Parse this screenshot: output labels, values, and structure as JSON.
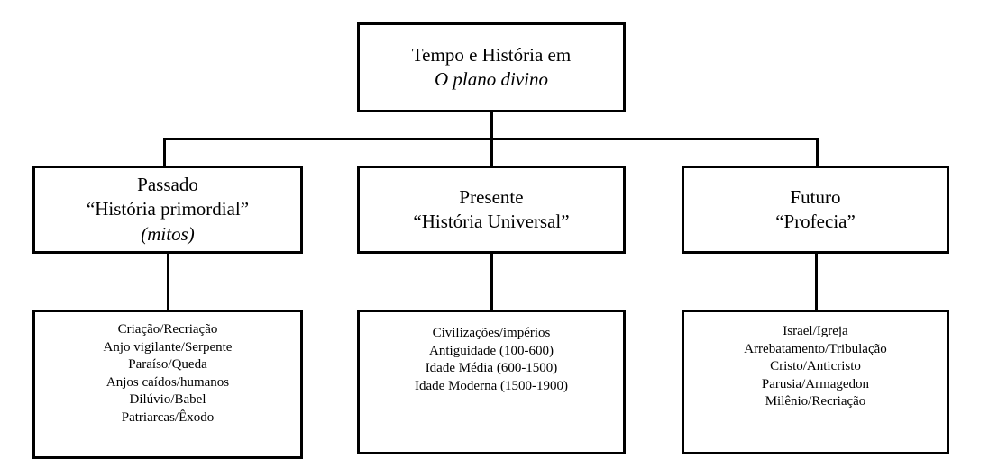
{
  "diagram": {
    "title_line1": "Tempo e História em",
    "title_line2": "O plano divino"
  },
  "columns": {
    "past": {
      "heading": "Passado",
      "subtitle": "“História primordial”",
      "qualifier": "(mitos)",
      "details": [
        "Criação/Recriação",
        "Anjo vigilante/Serpente",
        "Paraíso/Queda",
        "Anjos caídos/humanos",
        "Dilúvio/Babel",
        "Patriarcas/Êxodo"
      ]
    },
    "present": {
      "heading": "Presente",
      "subtitle": "“História Universal”",
      "details": [
        "Civilizações/impérios",
        "Antiguidade (100-600)",
        "Idade Média (600-1500)",
        "Idade Moderna (1500-1900)"
      ]
    },
    "future": {
      "heading": "Futuro",
      "subtitle": "“Profecia”",
      "details": [
        "Israel/Igreja",
        "Arrebatamento/Tribulação",
        "Cristo/Anticristo",
        "Parusia/Armagedon",
        "Milênio/Recriação"
      ]
    }
  },
  "style": {
    "stroke_color": "#000000",
    "background_color": "#ffffff",
    "text_color": "#000000"
  }
}
